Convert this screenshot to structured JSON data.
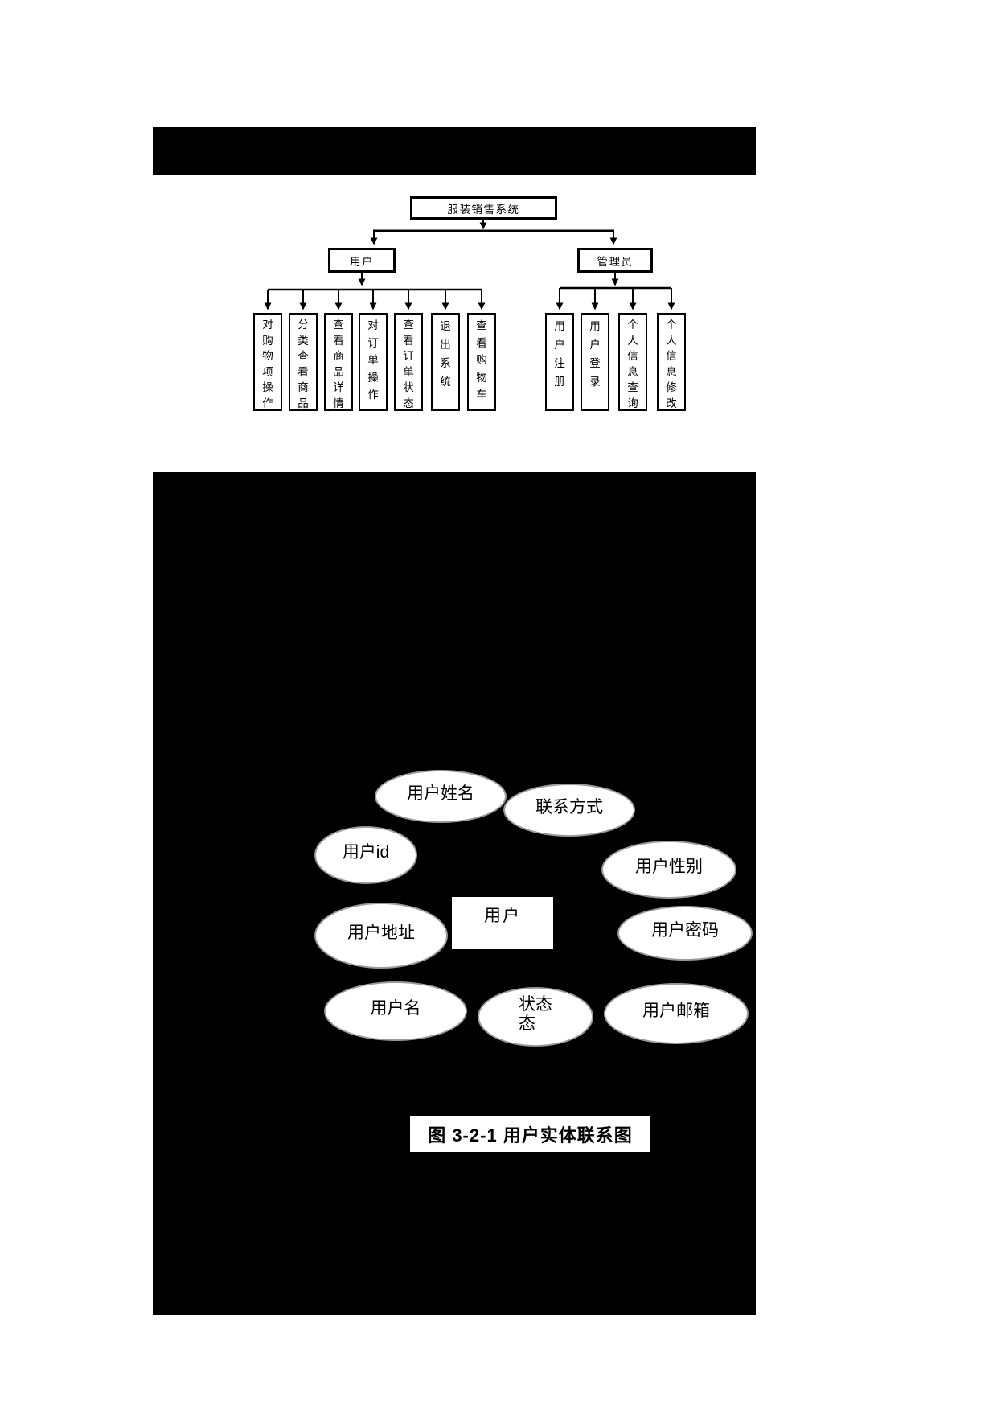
{
  "org_chart": {
    "root": "服装销售系统",
    "branches": [
      {
        "label": "用户",
        "children": [
          "对购物项操作",
          "分类查看商品",
          "查看商品详情",
          "对订单操作",
          "查看订单状态",
          "退出系统",
          "查看购物车"
        ]
      },
      {
        "label": "管理员",
        "children": [
          "用户注册",
          "用户登录",
          "个人信息查询",
          "个人信息修改"
        ]
      }
    ]
  },
  "er_diagram": {
    "entity": "用户",
    "attributes": [
      "用户姓名",
      "联系方式",
      "用户id",
      "用户性别",
      "用户地址",
      "用户密码",
      "用户名",
      "状态\n态",
      "用户邮箱"
    ],
    "caption": "图 3-2-1 用户实体联系图"
  },
  "colors": {
    "page_background": "#ffffff",
    "section_background": "#000000",
    "diagram_line": "#000000",
    "box_fill": "#ffffff",
    "ellipse_border": "#9b9b9b",
    "text": "#000000"
  }
}
